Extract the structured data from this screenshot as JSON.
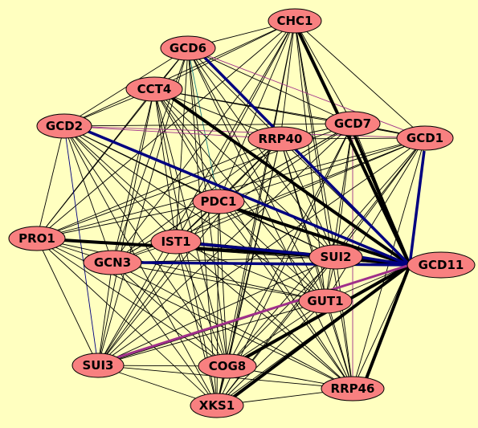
{
  "graph": {
    "background": "#ffffc0",
    "node_fill": "#f88080",
    "node_stroke": "#000000",
    "edge_colors": {
      "black": "#000000",
      "blue": "#000080",
      "magenta": "#a0308a",
      "teal": "#208080"
    },
    "nodes": [
      {
        "id": "CHC1",
        "label": "CHC1"
      },
      {
        "id": "GCD6",
        "label": "GCD6"
      },
      {
        "id": "CCT4",
        "label": "CCT4"
      },
      {
        "id": "GCD2",
        "label": "GCD2"
      },
      {
        "id": "GCD7",
        "label": "GCD7"
      },
      {
        "id": "RRP40",
        "label": "RRP40"
      },
      {
        "id": "GCD1",
        "label": "GCD1"
      },
      {
        "id": "PDC1",
        "label": "PDC1"
      },
      {
        "id": "PRO1",
        "label": "PRO1"
      },
      {
        "id": "IST1",
        "label": "IST1"
      },
      {
        "id": "SUI2",
        "label": "SUI2"
      },
      {
        "id": "GCN3",
        "label": "GCN3"
      },
      {
        "id": "GCD11",
        "label": "GCD11"
      },
      {
        "id": "GUT1",
        "label": "GUT1"
      },
      {
        "id": "SUI3",
        "label": "SUI3"
      },
      {
        "id": "COG8",
        "label": "COG8"
      },
      {
        "id": "RRP46",
        "label": "RRP46"
      },
      {
        "id": "XKS1",
        "label": "XKS1"
      }
    ],
    "edges": [
      [
        "CHC1",
        "GCD6",
        "black"
      ],
      [
        "CHC1",
        "CCT4",
        "black"
      ],
      [
        "CHC1",
        "GCD2",
        "black"
      ],
      [
        "CHC1",
        "GCD7",
        "black"
      ],
      [
        "CHC1",
        "RRP40",
        "black"
      ],
      [
        "CHC1",
        "GCD1",
        "black"
      ],
      [
        "CHC1",
        "PDC1",
        "black"
      ],
      [
        "CHC1",
        "PRO1",
        "black"
      ],
      [
        "CHC1",
        "IST1",
        "black"
      ],
      [
        "CHC1",
        "SUI2",
        "black"
      ],
      [
        "CHC1",
        "GCN3",
        "black"
      ],
      [
        "CHC1",
        "GUT1",
        "black"
      ],
      [
        "CHC1",
        "COG8",
        "black"
      ],
      [
        "CHC1",
        "RRP46",
        "black"
      ],
      [
        "CHC1",
        "XKS1",
        "black"
      ],
      [
        "CHC1",
        "SUI3",
        "black"
      ],
      [
        "GCD6",
        "CCT4",
        "black"
      ],
      [
        "GCD6",
        "GCD2",
        "black"
      ],
      [
        "GCD6",
        "GCD7",
        "black"
      ],
      [
        "GCD6",
        "RRP40",
        "black"
      ],
      [
        "GCD6",
        "GCD1",
        "magenta"
      ],
      [
        "GCD6",
        "PDC1",
        "teal"
      ],
      [
        "GCD6",
        "PRO1",
        "black"
      ],
      [
        "GCD6",
        "IST1",
        "black"
      ],
      [
        "GCD6",
        "SUI2",
        "black"
      ],
      [
        "GCD6",
        "GCN3",
        "black"
      ],
      [
        "GCD6",
        "GUT1",
        "black"
      ],
      [
        "GCD6",
        "COG8",
        "black"
      ],
      [
        "GCD6",
        "XKS1",
        "black"
      ],
      [
        "GCD6",
        "SUI3",
        "black"
      ],
      [
        "GCD6",
        "RRP46",
        "black"
      ],
      [
        "CCT4",
        "GCD2",
        "black"
      ],
      [
        "CCT4",
        "GCD7",
        "black"
      ],
      [
        "CCT4",
        "RRP40",
        "black"
      ],
      [
        "CCT4",
        "GCD1",
        "black"
      ],
      [
        "CCT4",
        "PDC1",
        "black"
      ],
      [
        "CCT4",
        "PRO1",
        "black"
      ],
      [
        "CCT4",
        "IST1",
        "black"
      ],
      [
        "CCT4",
        "SUI2",
        "black"
      ],
      [
        "CCT4",
        "GCN3",
        "black"
      ],
      [
        "CCT4",
        "GUT1",
        "black"
      ],
      [
        "CCT4",
        "COG8",
        "black"
      ],
      [
        "CCT4",
        "XKS1",
        "black"
      ],
      [
        "CCT4",
        "SUI3",
        "black"
      ],
      [
        "CCT4",
        "RRP46",
        "black"
      ],
      [
        "GCD2",
        "GCD7",
        "black"
      ],
      [
        "GCD2",
        "RRP40",
        "magenta"
      ],
      [
        "GCD2",
        "GCD1",
        "magenta"
      ],
      [
        "GCD2",
        "PDC1",
        "black"
      ],
      [
        "GCD2",
        "PRO1",
        "black"
      ],
      [
        "GCD2",
        "IST1",
        "black"
      ],
      [
        "GCD2",
        "SUI2",
        "black"
      ],
      [
        "GCD2",
        "GCN3",
        "black"
      ],
      [
        "GCD2",
        "GUT1",
        "black"
      ],
      [
        "GCD2",
        "COG8",
        "black"
      ],
      [
        "GCD2",
        "XKS1",
        "black"
      ],
      [
        "GCD2",
        "SUI3",
        "blue"
      ],
      [
        "GCD2",
        "RRP46",
        "black"
      ],
      [
        "GCD7",
        "RRP40",
        "black"
      ],
      [
        "GCD7",
        "GCD1",
        "black"
      ],
      [
        "GCD7",
        "PDC1",
        "black"
      ],
      [
        "GCD7",
        "PRO1",
        "black"
      ],
      [
        "GCD7",
        "IST1",
        "black"
      ],
      [
        "GCD7",
        "SUI2",
        "black"
      ],
      [
        "GCD7",
        "GCN3",
        "black"
      ],
      [
        "GCD7",
        "GUT1",
        "black"
      ],
      [
        "GCD7",
        "COG8",
        "black"
      ],
      [
        "GCD7",
        "XKS1",
        "black"
      ],
      [
        "GCD7",
        "SUI3",
        "black"
      ],
      [
        "GCD7",
        "RRP46",
        "magenta"
      ],
      [
        "RRP40",
        "GCD1",
        "black"
      ],
      [
        "RRP40",
        "PDC1",
        "black"
      ],
      [
        "RRP40",
        "PRO1",
        "black"
      ],
      [
        "RRP40",
        "IST1",
        "black"
      ],
      [
        "RRP40",
        "SUI2",
        "black"
      ],
      [
        "RRP40",
        "GCN3",
        "black"
      ],
      [
        "RRP40",
        "GUT1",
        "black"
      ],
      [
        "RRP40",
        "COG8",
        "black"
      ],
      [
        "RRP40",
        "XKS1",
        "black"
      ],
      [
        "RRP40",
        "SUI3",
        "black"
      ],
      [
        "RRP40",
        "RRP46",
        "black"
      ],
      [
        "RRP40",
        "GCD11",
        "black"
      ],
      [
        "GCD1",
        "PDC1",
        "black"
      ],
      [
        "GCD1",
        "PRO1",
        "black"
      ],
      [
        "GCD1",
        "IST1",
        "black"
      ],
      [
        "GCD1",
        "SUI2",
        "black"
      ],
      [
        "GCD1",
        "GCN3",
        "black"
      ],
      [
        "GCD1",
        "GUT1",
        "black"
      ],
      [
        "GCD1",
        "COG8",
        "black"
      ],
      [
        "GCD1",
        "XKS1",
        "black"
      ],
      [
        "GCD1",
        "SUI3",
        "black"
      ],
      [
        "GCD1",
        "RRP46",
        "black"
      ],
      [
        "PDC1",
        "PRO1",
        "black"
      ],
      [
        "PDC1",
        "IST1",
        "black"
      ],
      [
        "PDC1",
        "SUI2",
        "black"
      ],
      [
        "PDC1",
        "GCN3",
        "black"
      ],
      [
        "PDC1",
        "GUT1",
        "black"
      ],
      [
        "PDC1",
        "COG8",
        "black"
      ],
      [
        "PDC1",
        "XKS1",
        "black"
      ],
      [
        "PDC1",
        "SUI3",
        "black"
      ],
      [
        "PDC1",
        "RRP46",
        "black"
      ],
      [
        "PRO1",
        "GCN3",
        "black"
      ],
      [
        "PRO1",
        "GUT1",
        "black"
      ],
      [
        "PRO1",
        "COG8",
        "black"
      ],
      [
        "PRO1",
        "XKS1",
        "black"
      ],
      [
        "PRO1",
        "SUI3",
        "black"
      ],
      [
        "PRO1",
        "RRP46",
        "black"
      ],
      [
        "IST1",
        "GCN3",
        "black"
      ],
      [
        "IST1",
        "GUT1",
        "black"
      ],
      [
        "IST1",
        "COG8",
        "black"
      ],
      [
        "IST1",
        "XKS1",
        "black"
      ],
      [
        "IST1",
        "SUI3",
        "black"
      ],
      [
        "IST1",
        "RRP46",
        "black"
      ],
      [
        "SUI2",
        "GCN3",
        "black"
      ],
      [
        "SUI2",
        "GUT1",
        "black"
      ],
      [
        "SUI2",
        "COG8",
        "black"
      ],
      [
        "SUI2",
        "XKS1",
        "black"
      ],
      [
        "SUI2",
        "SUI3",
        "black"
      ],
      [
        "SUI2",
        "RRP46",
        "black"
      ],
      [
        "GCN3",
        "GUT1",
        "black"
      ],
      [
        "GCN3",
        "COG8",
        "black"
      ],
      [
        "GCN3",
        "XKS1",
        "black"
      ],
      [
        "GCN3",
        "SUI3",
        "black"
      ],
      [
        "GCN3",
        "RRP46",
        "black"
      ],
      [
        "GUT1",
        "COG8",
        "black"
      ],
      [
        "GUT1",
        "XKS1",
        "black"
      ],
      [
        "GUT1",
        "SUI3",
        "black"
      ],
      [
        "GUT1",
        "RRP46",
        "black"
      ],
      [
        "SUI3",
        "COG8",
        "black"
      ],
      [
        "SUI3",
        "XKS1",
        "black"
      ],
      [
        "SUI3",
        "RRP46",
        "black"
      ],
      [
        "COG8",
        "XKS1",
        "black"
      ],
      [
        "COG8",
        "RRP46",
        "black"
      ],
      [
        "XKS1",
        "RRP46",
        "black"
      ],
      [
        "GCD11",
        "GCD1",
        "black"
      ],
      [
        "GCD11",
        "GCD7",
        "black"
      ],
      [
        "GCD11",
        "PDC1",
        "black"
      ],
      [
        "GCD11",
        "PRO1",
        "black"
      ],
      [
        "GCD11",
        "IST1",
        "black"
      ],
      [
        "GCD11",
        "GCN3",
        "black"
      ],
      [
        "GCD11",
        "SUI3",
        "black"
      ],
      [
        "GCD11",
        "RRP46",
        "black"
      ],
      [
        "GCD11",
        "XKS1",
        "black"
      ],
      [
        "GCD11",
        "COG8",
        "black"
      ],
      [
        "GCD11",
        "GUT1",
        "black"
      ]
    ],
    "thick_edges": [
      [
        "CHC1",
        "GCD11",
        "black"
      ],
      [
        "CCT4",
        "GCD11",
        "black"
      ],
      [
        "GCD7",
        "GCD11",
        "black"
      ],
      [
        "PDC1",
        "GCD11",
        "black"
      ],
      [
        "IST1",
        "GCD11",
        "black"
      ],
      [
        "PRO1",
        "SUI2",
        "black"
      ],
      [
        "GCD11",
        "XKS1",
        "black"
      ],
      [
        "GCD11",
        "COG8",
        "black"
      ],
      [
        "RRP46",
        "GCD11",
        "black"
      ],
      [
        "IST1",
        "SUI2",
        "black"
      ],
      [
        "GCD6",
        "GCD11",
        "blue"
      ],
      [
        "GCD2",
        "GCD11",
        "blue"
      ],
      [
        "GCD1",
        "GCD11",
        "blue"
      ],
      [
        "SUI2",
        "GCD11",
        "blue"
      ],
      [
        "GCN3",
        "GCD11",
        "blue"
      ],
      [
        "IST1",
        "SUI2",
        "blue"
      ],
      [
        "SUI3",
        "GCD11",
        "magenta"
      ]
    ]
  }
}
